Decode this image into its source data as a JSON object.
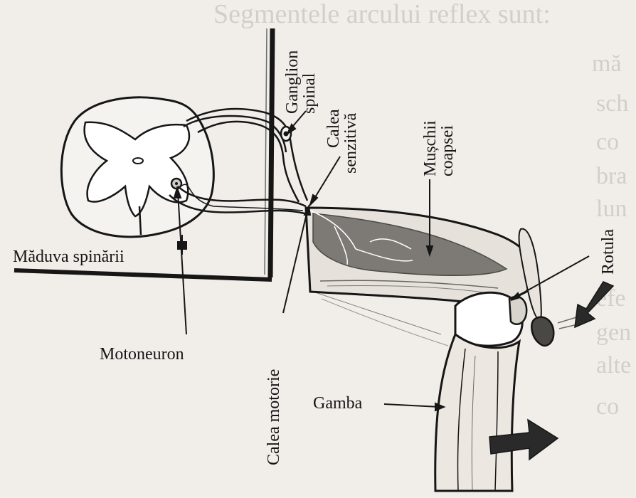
{
  "page": {
    "bleed_text": "Segmentele arcului reflex sunt:",
    "bleed_lines": [
      "mă",
      "sch",
      "co",
      "bra",
      "lun",
      "efe",
      "gen",
      "alte",
      "co"
    ]
  },
  "labels": {
    "ganglion_line1": "Ganglion",
    "ganglion_line2": "spinal",
    "calea_senz_line1": "Calea",
    "calea_senz_line2": "senzitivă",
    "muschii_line1": "Mușchii",
    "muschii_line2": "coapsei",
    "rotula": "Rotula",
    "maduva": "Măduva spinării",
    "motoneuron": "Motoneuron",
    "calea_motorie": "Calea motorie",
    "gamba": "Gamba"
  },
  "colors": {
    "ink": "#161616",
    "paper": "#f1eee9",
    "shade": "#3a3a3a"
  }
}
